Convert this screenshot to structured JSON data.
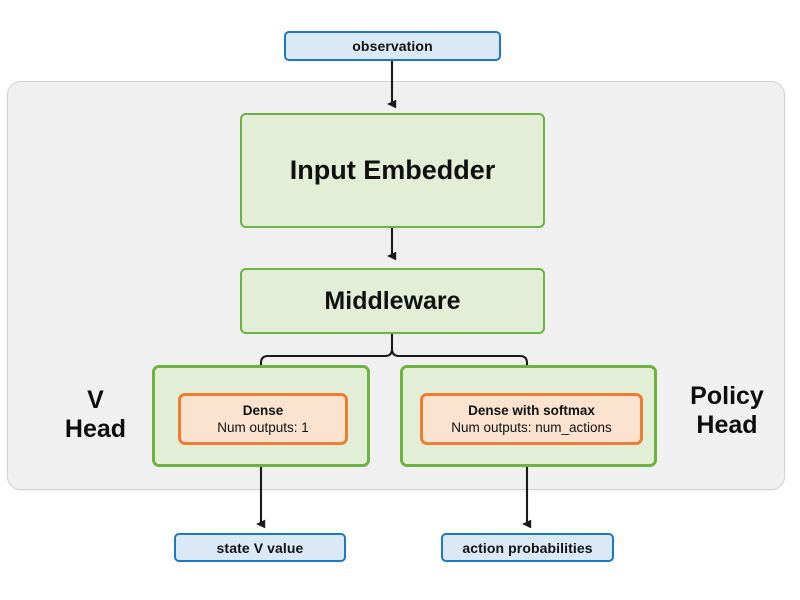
{
  "diagram": {
    "title_semantic": "actor-critic-network-architecture",
    "colors": {
      "io_fill": "#dbe9f7",
      "io_stroke": "#1a79c8",
      "green_fill": "#e2eed6",
      "green_stroke": "#6cb33f",
      "orange_fill": "#fbe3d0",
      "orange_stroke": "#ed7d31",
      "panel_fill": "#f0f0f0",
      "panel_stroke": "#d2d2d2",
      "wire": "#1a1a1a",
      "background": "#ffffff"
    },
    "input": {
      "label": "observation"
    },
    "embedder": {
      "label": "Input Embedder"
    },
    "middleware": {
      "label": "Middleware"
    },
    "v_head": {
      "caption_line1": "V",
      "caption_line2": "Head",
      "dense": {
        "title": "Dense",
        "subtitle": "Num outputs: 1"
      }
    },
    "policy_head": {
      "caption_line1": "Policy",
      "caption_line2": "Head",
      "dense": {
        "title": "Dense with softmax",
        "subtitle": "Num outputs: num_actions"
      }
    },
    "outputs": {
      "v_value": "state V value",
      "action_probabilities": "action probabilities"
    },
    "edges": [
      {
        "name": "observation-to-embedder",
        "from": "observation",
        "to": "Input Embedder"
      },
      {
        "name": "embedder-to-middleware",
        "from": "Input Embedder",
        "to": "Middleware"
      },
      {
        "name": "middleware-to-v-dense",
        "from": "Middleware",
        "to": "Dense"
      },
      {
        "name": "middleware-to-policy-dense",
        "from": "Middleware",
        "to": "Dense with softmax"
      },
      {
        "name": "v-dense-to-state-v-value",
        "from": "Dense",
        "to": "state V value"
      },
      {
        "name": "policy-dense-to-action-probabilities",
        "from": "Dense with softmax",
        "to": "action probabilities"
      }
    ]
  }
}
